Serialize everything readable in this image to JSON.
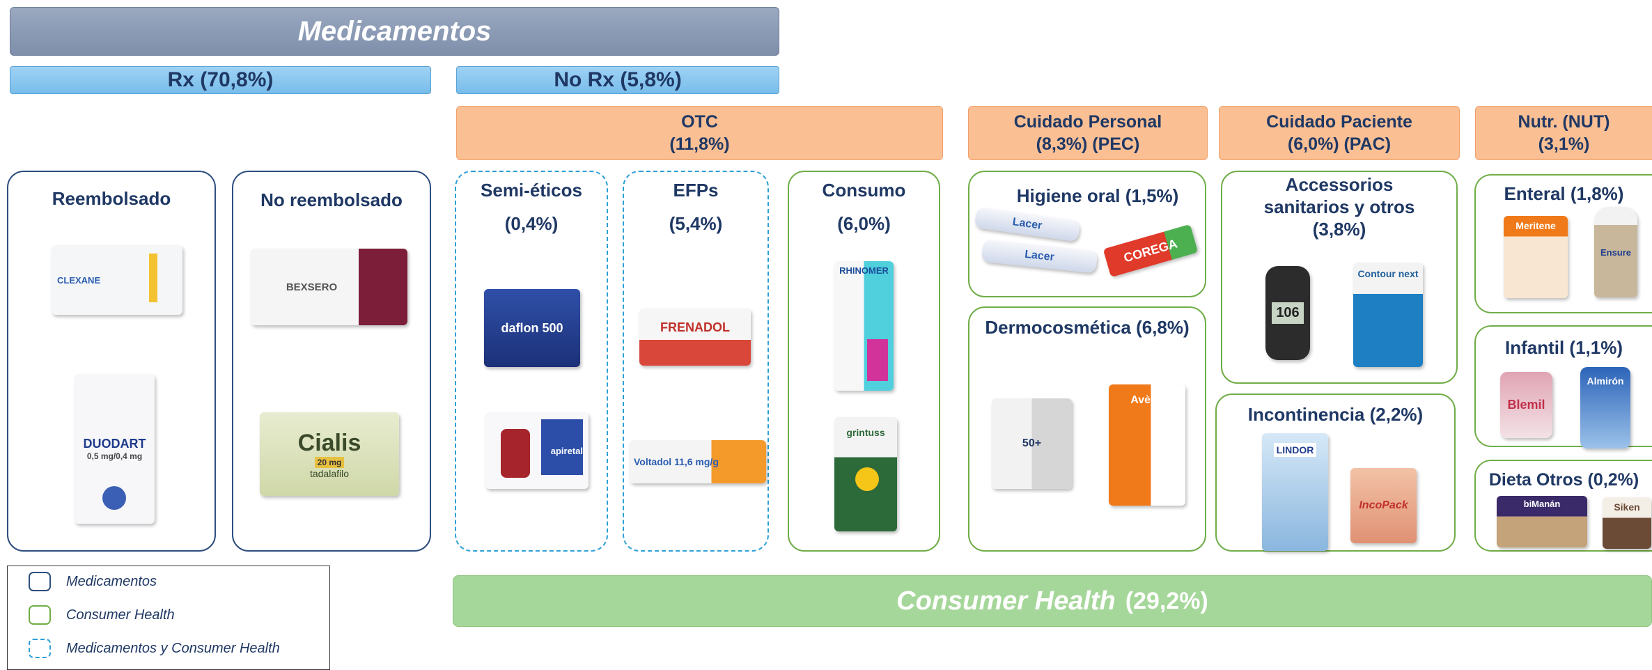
{
  "header": {
    "title": "Medicamentos"
  },
  "categories": {
    "rx": "Rx (70,8%)",
    "norx": "No Rx (5,8%)",
    "otc": {
      "line1": "OTC",
      "line2": "(11,8%)"
    },
    "pec": {
      "line1": "Cuidado Personal",
      "line2": "(8,3%)  (PEC)"
    },
    "pac": {
      "line1": "Cuidado Paciente",
      "line2": "(6,0%)  (PAC)"
    },
    "nut": {
      "line1": "Nutr. (NUT)",
      "line2": "(3,1%)"
    }
  },
  "boxes": {
    "reembolsado": "Reembolsado",
    "no_reembolsado": "No reembolsado",
    "semieticos": {
      "title": "Semi-éticos",
      "pct": "(0,4%)"
    },
    "efps": {
      "title": "EFPs",
      "pct": "(5,4%)"
    },
    "consumo": {
      "title": "Consumo",
      "pct": "(6,0%)"
    },
    "higiene": "Higiene oral (1,5%)",
    "dermo": "Dermocosmética (6,8%)",
    "accesorios": {
      "line1": "Accessorios",
      "line2": "sanitarios y otros",
      "line3": "(3,8%)"
    },
    "incontinencia": "Incontinencia (2,2%)",
    "enteral": "Enteral (1,8%)",
    "infantil": "Infantil (1,1%)",
    "dieta": "Dieta Otros (0,2%)"
  },
  "products": {
    "clexane": "CLEXANE",
    "duodart": "DUODART",
    "duodart_dose": "0,5 mg/0,4 mg",
    "bexsero": "BEXSERO",
    "cialis": "Cialis",
    "cialis_dose": "20 mg",
    "cialis_generic": "tadalafilo",
    "daflon": "daflon 500",
    "apiretal": "apiretal",
    "frenadol": "FRENADOL",
    "voltadol": "Voltadol 11,6 mg/g",
    "rhinomer": "RHINOMER",
    "grintuss": "grintuss",
    "lacer": "Lacer",
    "corega": "COREGA",
    "fotoprotector": "50+",
    "avene": "Avène",
    "glucometer": "106",
    "contour": "Contour next",
    "lindor": "LINDOR",
    "incopack": "IncoPack",
    "meritene": "Meritene",
    "ensure": "Ensure",
    "blemil": "Blemil",
    "almiron": "Almirón",
    "bimanan": "biManán",
    "siken": "Siken"
  },
  "legend": {
    "medicamentos": "Medicamentos",
    "consumer_health": "Consumer Health",
    "ambos": "Medicamentos y Consumer Health"
  },
  "footer": {
    "title": "Consumer Health",
    "pct": "(29,2%)"
  },
  "colors": {
    "navy": "#1f3864",
    "green_border": "#70ad47",
    "dash_blue": "#2ea0d6",
    "orange": "#fbbf94",
    "light_blue": "#9fd2f4",
    "green_fill": "#a6d79a"
  }
}
